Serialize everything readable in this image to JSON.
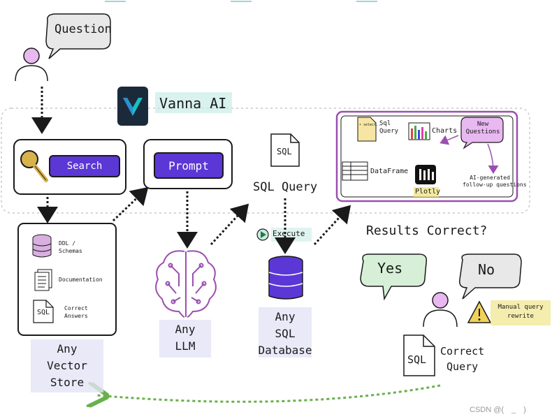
{
  "user_question": "Question",
  "brand": {
    "name": "Vanna AI"
  },
  "search_label": "Search",
  "prompt_label": "Prompt",
  "sql_icon_text": "SQL",
  "sql_query_label": "SQL Query",
  "execute_label": "Execute",
  "results": {
    "sql_query": "Sql\nQuery",
    "select_snippet": "• select...",
    "charts": "Charts",
    "new_questions": "New\nQuestions",
    "dataframe": "DataFrame",
    "plotly": "Plotly",
    "ai_followup": "AI-generated\nfollow-up questions"
  },
  "vector_store": {
    "ddl": "DDL /\nSchemas",
    "documentation": "Documentation",
    "correct_answers": "Correct\nAnswers",
    "label": "Any\nVector\nStore"
  },
  "llm_label": "Any\nLLM",
  "database_label": "Any\nSQL\nDatabase",
  "results_correct": "Results Correct?",
  "yes": "Yes",
  "no": "No",
  "manual_rewrite": "Manual query\nrewrite",
  "correct_query": "Correct\nQuery",
  "watermark": "CSDN @(　_　)",
  "colors": {
    "accent": "#5b37d6",
    "user": "#e8b8f0",
    "result_border": "#9b4fb0",
    "feedback": "#6ab04c"
  }
}
